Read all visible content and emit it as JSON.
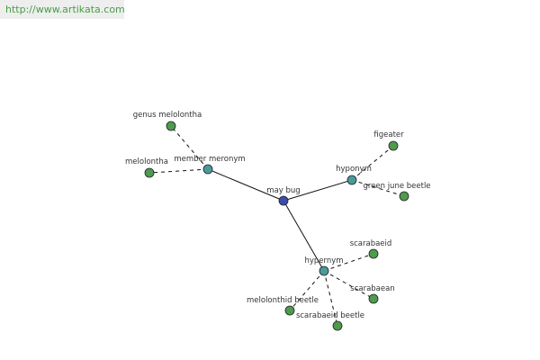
{
  "header": {
    "site_url": "http://www.artikata.com"
  },
  "colors": {
    "center_node": "#3b4da8",
    "relation_node": "#4a9a9c",
    "term_node": "#4e9a4e",
    "link_text": "#45a045",
    "edge": "#111111"
  },
  "graph": {
    "center": {
      "id": "may-bug",
      "label": "may bug"
    },
    "relations": [
      {
        "id": "member-meronym",
        "label": "member meronym"
      },
      {
        "id": "hyponym",
        "label": "hyponym"
      },
      {
        "id": "hypernym",
        "label": "hypernym"
      }
    ],
    "terms": [
      {
        "id": "genus-melolontha",
        "label": "genus melolontha",
        "relation": "member-meronym"
      },
      {
        "id": "melolontha",
        "label": "melolontha",
        "relation": "member-meronym"
      },
      {
        "id": "figeater",
        "label": "figeater",
        "relation": "hyponym"
      },
      {
        "id": "green-june-beetle",
        "label": "green june beetle",
        "relation": "hyponym"
      },
      {
        "id": "scarabaeid",
        "label": "scarabaeid",
        "relation": "hypernym"
      },
      {
        "id": "scarabaean",
        "label": "scarabaean",
        "relation": "hypernym"
      },
      {
        "id": "melolonthid-beetle",
        "label": "melolonthid beetle",
        "relation": "hypernym"
      },
      {
        "id": "scarabaeid-beetle",
        "label": "scarabaeid beetle",
        "relation": "hypernym"
      }
    ]
  }
}
